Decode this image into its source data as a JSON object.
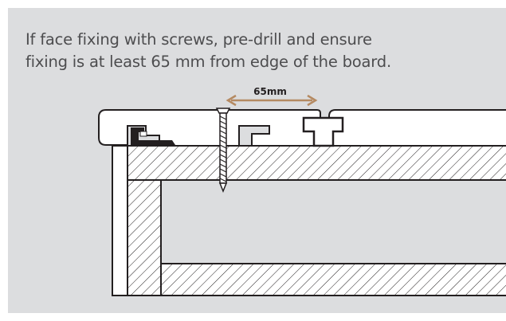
{
  "instruction": {
    "line1": "If face fixing with screws, pre-drill and ensure",
    "line2": "fixing is at least 65 mm from edge of the board."
  },
  "diagram": {
    "dimension_label": "65mm",
    "colors": {
      "background": "#dcdddf",
      "text": "#4d4d4f",
      "outline": "#231f20",
      "board_fill": "#ffffff",
      "dimension_arrow": "#b58a62",
      "clip": "#231f20"
    },
    "icons": [
      "screw-icon",
      "dimension-arrow-icon",
      "hidden-fix-clip-icon"
    ]
  }
}
